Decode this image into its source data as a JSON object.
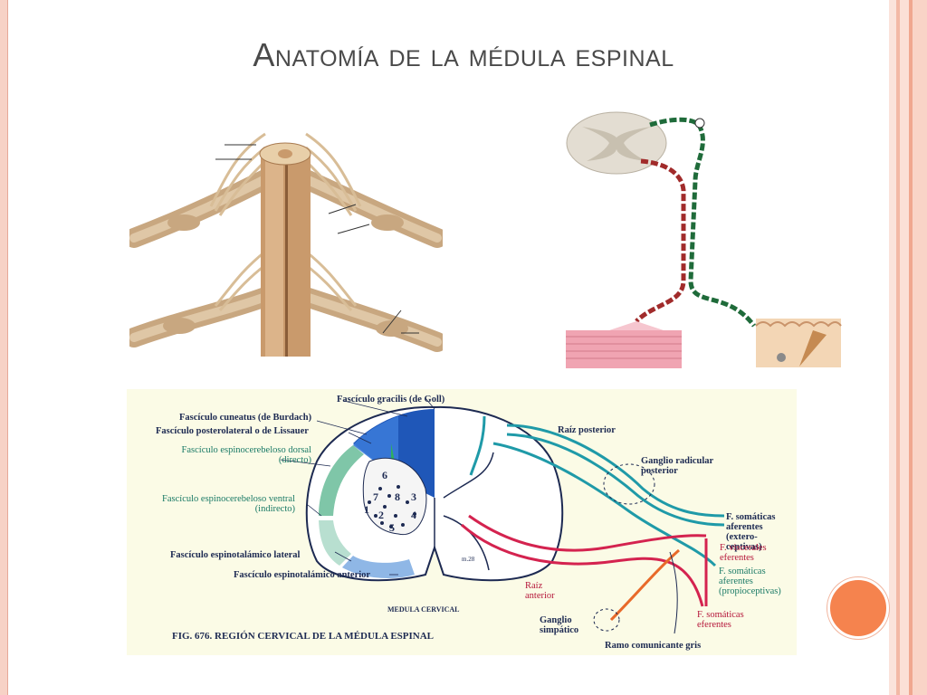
{
  "slide": {
    "title": "Anatomía de la médula espinal"
  },
  "figure": {
    "labels": {
      "gracilis": "Fascículo gracilis (de Goll)",
      "cuneatus": "Fascículo cuneatus (de Burdach)",
      "lissauer": "Fascículo posterolateral o de Lissauer",
      "espinocerebeloso_dorsal": "Fascículo espinocerebeloso dorsal\n(directo)",
      "espinocerebeloso_ventral": "Fascículo espinocerebeloso ventral\n(indirecto)",
      "espinotalamico_lateral": "Fascículo espinotalámico lateral",
      "espinotalamico_anterior": "Fascículo espinotalámico anterior",
      "medula_cervical": "MEDULA CERVICAL",
      "fig_caption": "FIG. 676.  REGIÓN CERVICAL DE LA MÉDULA ESPINAL",
      "raiz_posterior": "Raíz posterior",
      "ganglio_radicular": "Ganglio radicular\nposterior",
      "somaticas_aferentes_ext": "F. somáticas\naferentes (extero-\nceptivas)",
      "viscerales_eferentes": "F. viscerales\neferentes",
      "somaticas_aferentes_prop": "F. somáticas\naferentes\n(propioceptivas)",
      "raiz_anterior": "Raíz\nanterior",
      "ganglio_simpatico": "Ganglio\nsimpático",
      "somaticas_eferentes": "F. somáticas\neferentes",
      "ramo_comunicante": "Ramo comunicante gris"
    },
    "nuclei_numbers": [
      "6",
      "7",
      "8",
      "3",
      "1",
      "2",
      "4",
      "5"
    ]
  },
  "colors": {
    "accent_orange": "#f5834e",
    "frame_peach": "#f7d2c6",
    "gracilis_blue": "#1f57b8",
    "afferent_teal": "#1f9aa8",
    "efferent_crimson": "#d4234f",
    "sympathetic_orange": "#e86a2a"
  }
}
